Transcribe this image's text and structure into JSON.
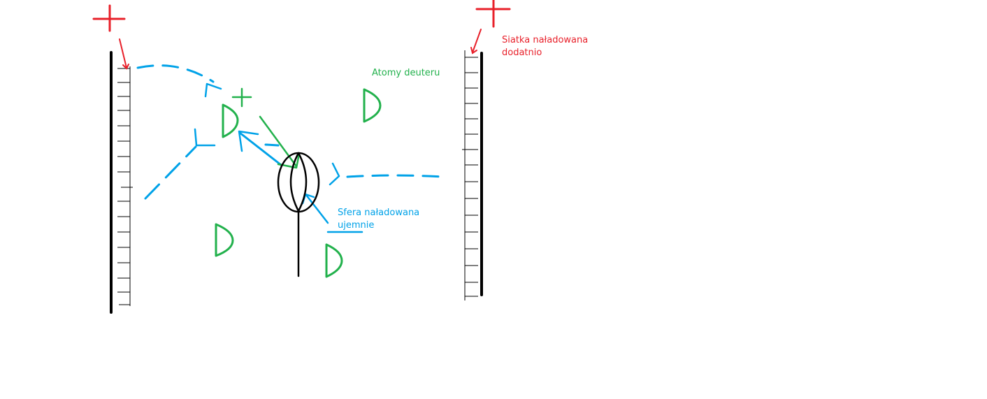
{
  "labels": {
    "grid_line1": "Siatka naładowana",
    "grid_line2": "dodatnio",
    "deuterium": "Atomy deuteru",
    "sphere_line1": "Sfera naładowana",
    "sphere_line2": "ujemnie"
  },
  "colors": {
    "positive": "#e8202a",
    "deuterium": "#22b14c",
    "sphere": "#00a2e8",
    "ink": "#000000",
    "background": "#ffffff"
  }
}
